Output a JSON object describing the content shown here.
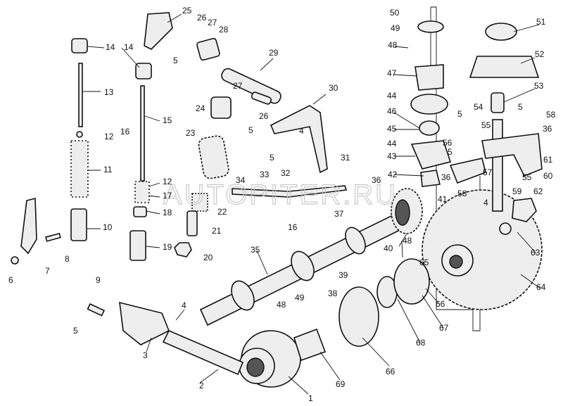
{
  "diagram": {
    "watermark": "AUTOPITER.RU",
    "labels": [
      "1",
      "2",
      "3",
      "4",
      "4",
      "4",
      "5",
      "5",
      "5",
      "5",
      "5",
      "5",
      "5",
      "6",
      "7",
      "8",
      "9",
      "10",
      "11",
      "12",
      "12",
      "13",
      "14",
      "14",
      "15",
      "16",
      "16",
      "17",
      "18",
      "19",
      "20",
      "21",
      "22",
      "23",
      "24",
      "25",
      "26",
      "26",
      "27",
      "27",
      "28",
      "29",
      "30",
      "31",
      "32",
      "33",
      "34",
      "35",
      "36",
      "36",
      "36",
      "37",
      "38",
      "39",
      "40",
      "41",
      "42",
      "43",
      "44",
      "44",
      "45",
      "46",
      "47",
      "48",
      "48",
      "48",
      "49",
      "49",
      "50",
      "51",
      "52",
      "53",
      "54",
      "55",
      "55",
      "56",
      "57",
      "58",
      "58",
      "59",
      "60",
      "61",
      "62",
      "63",
      "64",
      "65",
      "66",
      "66",
      "67",
      "68",
      "69"
    ]
  }
}
